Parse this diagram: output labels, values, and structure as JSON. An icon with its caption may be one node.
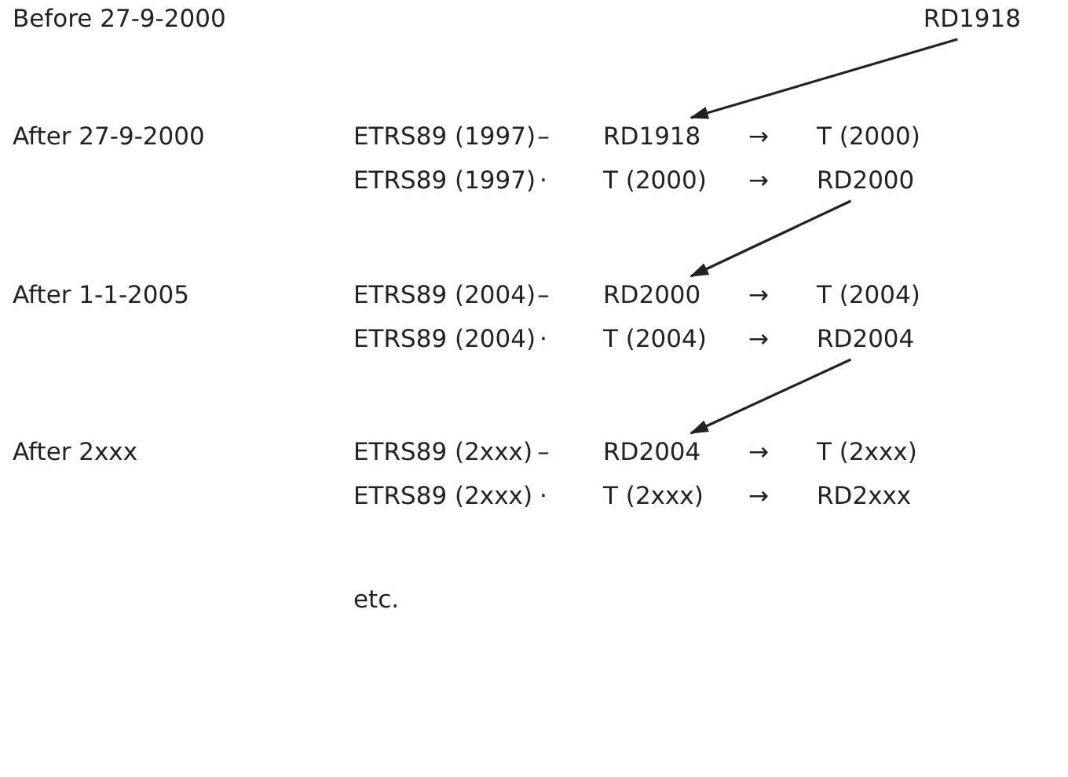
{
  "diagram": {
    "nodes": [
      {
        "text": [
          "RD1918"
        ]
      },
      {
        "text": [
          "RD1918"
        ]
      },
      {
        "text": [
          "RD2000"
        ]
      },
      {
        "text": [
          "RD2000"
        ]
      },
      {
        "text": [
          "RD2004"
        ]
      },
      {
        "text": [
          "RD2004"
        ]
      }
    ],
    "edges": [
      {
        "from": 0,
        "to": 1,
        "arrow": "to"
      },
      {
        "from": 2,
        "to": 3,
        "arrow": "to"
      },
      {
        "from": 4,
        "to": 5,
        "arrow": "to"
      }
    ],
    "labels": [
      "Before 27-9-2000",
      "After 27-9-2000",
      "ETRS89 (1997)",
      "–",
      "→",
      "T (2000)",
      "ETRS89 (1997)",
      "·",
      "T (2000)",
      "→",
      "After 1-1-2005",
      "ETRS89 (2004)",
      "–",
      "→",
      "T (2004)",
      "ETRS89 (2004)",
      "·",
      "T (2004)",
      "→",
      "After 2xxx",
      "ETRS89 (2xxx)",
      "–",
      "→",
      "T (2xxx)",
      "ETRS89 (2xxx)",
      "·",
      "T (2xxx)",
      "→",
      "RD2xxx",
      "etc."
    ]
  }
}
